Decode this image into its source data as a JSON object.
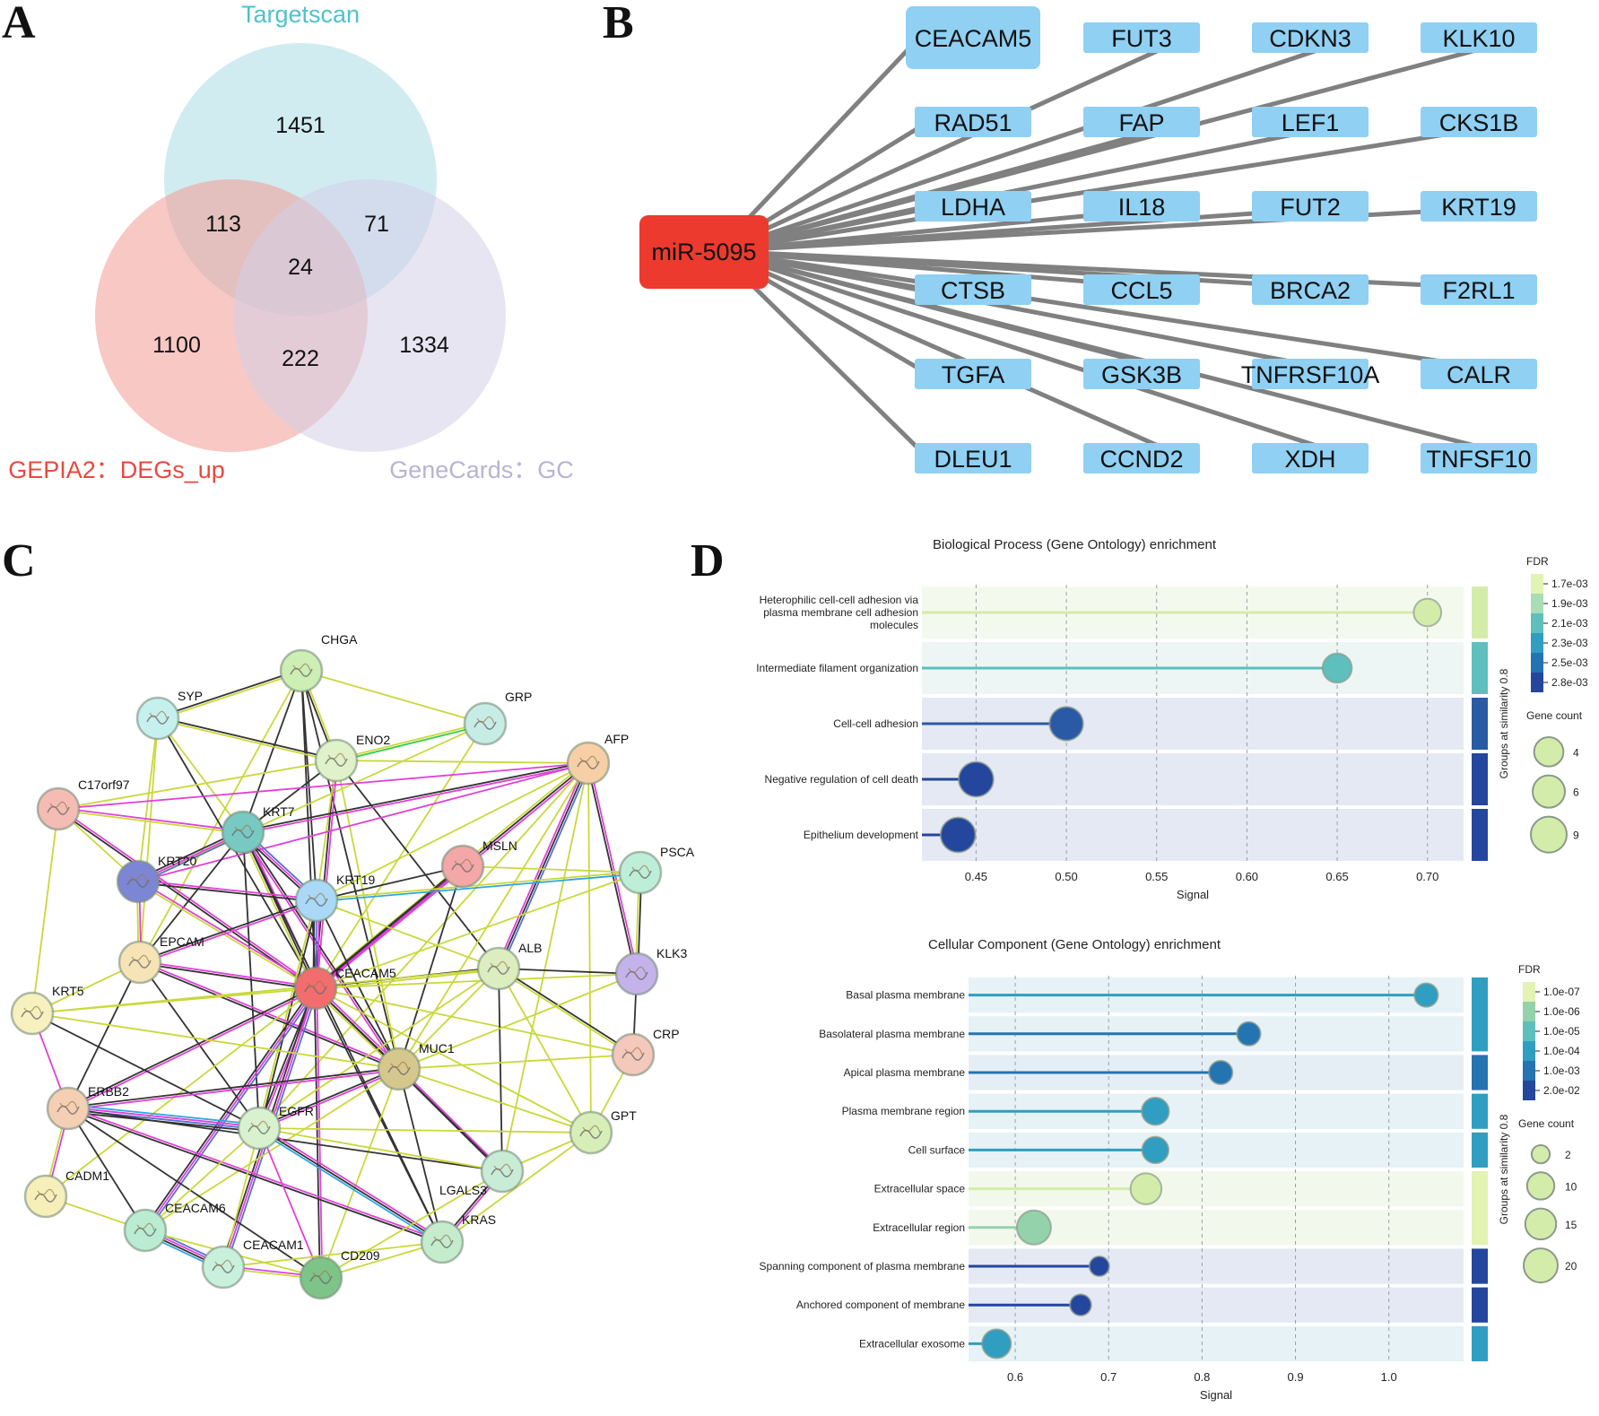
{
  "panel_letters": [
    "A",
    "B",
    "C",
    "D"
  ],
  "venn": {
    "sets": [
      {
        "label": "Targetscan",
        "color": "#4fc1cc",
        "fill": "#a9dce6"
      },
      {
        "label": "GEPIA2：DEGs_up",
        "color": "#e8493f",
        "fill": "#f29a93"
      },
      {
        "label": "GeneCards：GC",
        "color": "#b8b3d6",
        "fill": "#d4d0e8"
      }
    ],
    "regions": {
      "targetscan_only": "1451",
      "targetscan_gepia": "113",
      "targetscan_gc": "71",
      "all_three": "24",
      "gepia_only": "1100",
      "gepia_gc": "222",
      "gc_only": "1334"
    }
  },
  "network": {
    "center": "miR-5095",
    "center_color": "#ec3a2e",
    "node_color": "#8fd0f3",
    "edge_color": "#808080",
    "rows": [
      [
        "CEACAM5",
        "FUT3",
        "CDKN3",
        "KLK10"
      ],
      [
        "RAD51",
        "FAP",
        "LEF1",
        "CKS1B"
      ],
      [
        "LDHA",
        "IL18",
        "FUT2",
        "KRT19"
      ],
      [
        "CTSB",
        "CCL5",
        "BRCA2",
        "F2RL1"
      ],
      [
        "TGFA",
        "GSK3B",
        "TNFRSF10A",
        "CALR"
      ],
      [
        "DLEU1",
        "CCND2",
        "XDH",
        "TNFSF10"
      ]
    ]
  },
  "ppi": {
    "nodes": [
      {
        "id": "CHGA",
        "color": "#cdeeb4"
      },
      {
        "id": "SYP",
        "color": "#c6f0ee"
      },
      {
        "id": "GRP",
        "color": "#c7ece6"
      },
      {
        "id": "ENO2",
        "color": "#dff2c9"
      },
      {
        "id": "AFP",
        "color": "#f7cfa6"
      },
      {
        "id": "C17orf97",
        "color": "#f4bcb4"
      },
      {
        "id": "KRT7",
        "color": "#77c9c2"
      },
      {
        "id": "MSLN",
        "color": "#f3a7a7"
      },
      {
        "id": "PSCA",
        "color": "#bdeed7"
      },
      {
        "id": "KRT20",
        "color": "#7d86d4"
      },
      {
        "id": "KRT19",
        "color": "#a9d9f6"
      },
      {
        "id": "EPCAM",
        "color": "#f6e3b6"
      },
      {
        "id": "CEACAM5",
        "color": "#f26d6d"
      },
      {
        "id": "ALB",
        "color": "#dcedc0"
      },
      {
        "id": "KLK3",
        "color": "#c4b3ea"
      },
      {
        "id": "KRT5",
        "color": "#f7f0bf"
      },
      {
        "id": "CRP",
        "color": "#f4c8bb"
      },
      {
        "id": "MUC1",
        "color": "#d6c88c"
      },
      {
        "id": "ERBB2",
        "color": "#f5cfb3"
      },
      {
        "id": "EGFR",
        "color": "#d8f1cf"
      },
      {
        "id": "GPT",
        "color": "#d8eeb8"
      },
      {
        "id": "LGALS3",
        "color": "#c9ecd6"
      },
      {
        "id": "CADM1",
        "color": "#f6efba"
      },
      {
        "id": "CEACAM6",
        "color": "#b9ecd0"
      },
      {
        "id": "KRAS",
        "color": "#c4eccd"
      },
      {
        "id": "CEACAM1",
        "color": "#c9f0dc"
      },
      {
        "id": "CD209",
        "color": "#7ec488"
      }
    ]
  },
  "chart_data": [
    {
      "type": "lollipop",
      "title": "Biological Process (Gene Ontology) enrichment",
      "xlabel": "Signal",
      "xlim": [
        0.42,
        0.72
      ],
      "xticks": [
        "0.45",
        "0.50",
        "0.55",
        "0.60",
        "0.65",
        "0.70"
      ],
      "side_label": "Groups at similarity 0.8",
      "categories": [
        "Heterophilic cell-cell adhesion via plasma membrane cell adhesion molecules",
        "Intermediate filament organization",
        "Cell-cell adhesion",
        "Negative regulation of cell death",
        "Epithelium development"
      ],
      "category_lines": [
        [
          "Heterophilic cell-cell adhesion via",
          "plasma membrane cell adhesion",
          "molecules"
        ],
        [
          "Intermediate filament organization"
        ],
        [
          "Cell-cell adhesion"
        ],
        [
          "Negative regulation of cell death"
        ],
        [
          "Epithelium development"
        ]
      ],
      "signal": [
        0.7,
        0.65,
        0.5,
        0.45,
        0.44
      ],
      "gene_count": [
        3,
        4,
        7,
        8,
        8
      ],
      "colors": [
        "#d4ecaa",
        "#5ebfbd",
        "#2a5aa6",
        "#24469c",
        "#24469c"
      ],
      "bands": [
        "#f4f9ee",
        "#edf6f4",
        "#e4e9f3",
        "#e4e9f3",
        "#e4e9f3"
      ],
      "legend": {
        "fdr_title": "FDR",
        "fdr_labels": [
          "1.7e-03",
          "1.9e-03",
          "2.1e-03",
          "2.3e-03",
          "2.5e-03",
          "2.8e-03"
        ],
        "fdr_colors": [
          "#e2f3b3",
          "#aadcb6",
          "#5ebfbd",
          "#2f9ec1",
          "#2474b2",
          "#24469c"
        ],
        "count_title": "Gene count",
        "count_labels": [
          "4",
          "6",
          "9"
        ],
        "count_values": [
          4,
          6,
          9
        ]
      }
    },
    {
      "type": "lollipop",
      "title": "Cellular Component (Gene Ontology) enrichment",
      "xlabel": "Signal",
      "xlim": [
        0.55,
        1.08
      ],
      "xticks": [
        "0.6",
        "0.7",
        "0.8",
        "0.9",
        "1.0"
      ],
      "side_label": "Groups at similarity 0.8",
      "categories": [
        "Basal plasma membrane",
        "Basolateral plasma membrane",
        "Apical plasma membrane",
        "Plasma membrane region",
        "Cell surface",
        "Extracellular space",
        "Extracellular region",
        "Spanning component of plasma membrane",
        "Anchored component of membrane",
        "Extracellular exosome"
      ],
      "signal": [
        1.04,
        0.85,
        0.82,
        0.75,
        0.75,
        0.74,
        0.62,
        0.69,
        0.67,
        0.58
      ],
      "gene_count": [
        6,
        6,
        6,
        10,
        9,
        15,
        20,
        3,
        4,
        12
      ],
      "colors": [
        "#2f9ec1",
        "#2474b2",
        "#2474b2",
        "#2f9ec1",
        "#2f9ec1",
        "#d4ecaa",
        "#93d2ab",
        "#24469c",
        "#24469c",
        "#2f9ec1"
      ],
      "bands": [
        "#e6f2f5",
        "#e6f2f5",
        "#e6eef5",
        "#e6f2f5",
        "#e6f2f5",
        "#f3f8ec",
        "#f3f8ec",
        "#e4e9f3",
        "#e4e9f3",
        "#e6f2f5"
      ],
      "groups": [
        {
          "rows": [
            0,
            1
          ],
          "color": "#2f9ec1"
        },
        {
          "rows": [
            2,
            2
          ],
          "color": "#2474b2"
        },
        {
          "rows": [
            3,
            3
          ],
          "color": "#2f9ec1"
        },
        {
          "rows": [
            4,
            4
          ],
          "color": "#2f9ec1"
        },
        {
          "rows": [
            5,
            6
          ],
          "color": "#e2f3b3"
        },
        {
          "rows": [
            7,
            7
          ],
          "color": "#24469c"
        },
        {
          "rows": [
            8,
            8
          ],
          "color": "#24469c"
        },
        {
          "rows": [
            9,
            9
          ],
          "color": "#2f9ec1"
        }
      ],
      "legend": {
        "fdr_title": "FDR",
        "fdr_labels": [
          "1.0e-07",
          "1.0e-06",
          "1.0e-05",
          "1.0e-04",
          "1.0e-03",
          "2.0e-02"
        ],
        "fdr_colors": [
          "#e2f3b3",
          "#93d2ab",
          "#5ebfbd",
          "#2f9ec1",
          "#2474b2",
          "#24469c"
        ],
        "count_title": "Gene count",
        "count_labels": [
          "2",
          "10",
          "15",
          "20"
        ],
        "count_values": [
          2,
          10,
          15,
          20
        ]
      }
    }
  ]
}
